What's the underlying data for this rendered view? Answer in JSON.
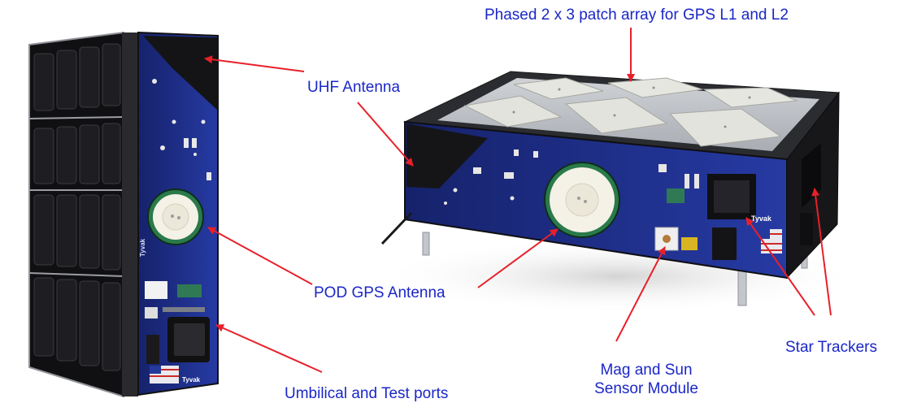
{
  "labels": {
    "phased_array": "Phased 2 x 3 patch array for GPS L1 and L2",
    "uhf_antenna": "UHF Antenna",
    "pod_gps_antenna": "POD GPS Antenna",
    "umbilical_ports": "Umbilical and Test ports",
    "mag_sun_line1": "Mag and Sun",
    "mag_sun_line2": "Sensor Module",
    "star_trackers": "Star Trackers"
  },
  "brand": {
    "logo": "Tyvak"
  },
  "colors": {
    "label_text": "#1a27c7",
    "arrow": "#e8202a",
    "panel_blue": "#1f2f8e",
    "solar_cell": "#1b1b1d",
    "patch": "#e3e3df"
  }
}
